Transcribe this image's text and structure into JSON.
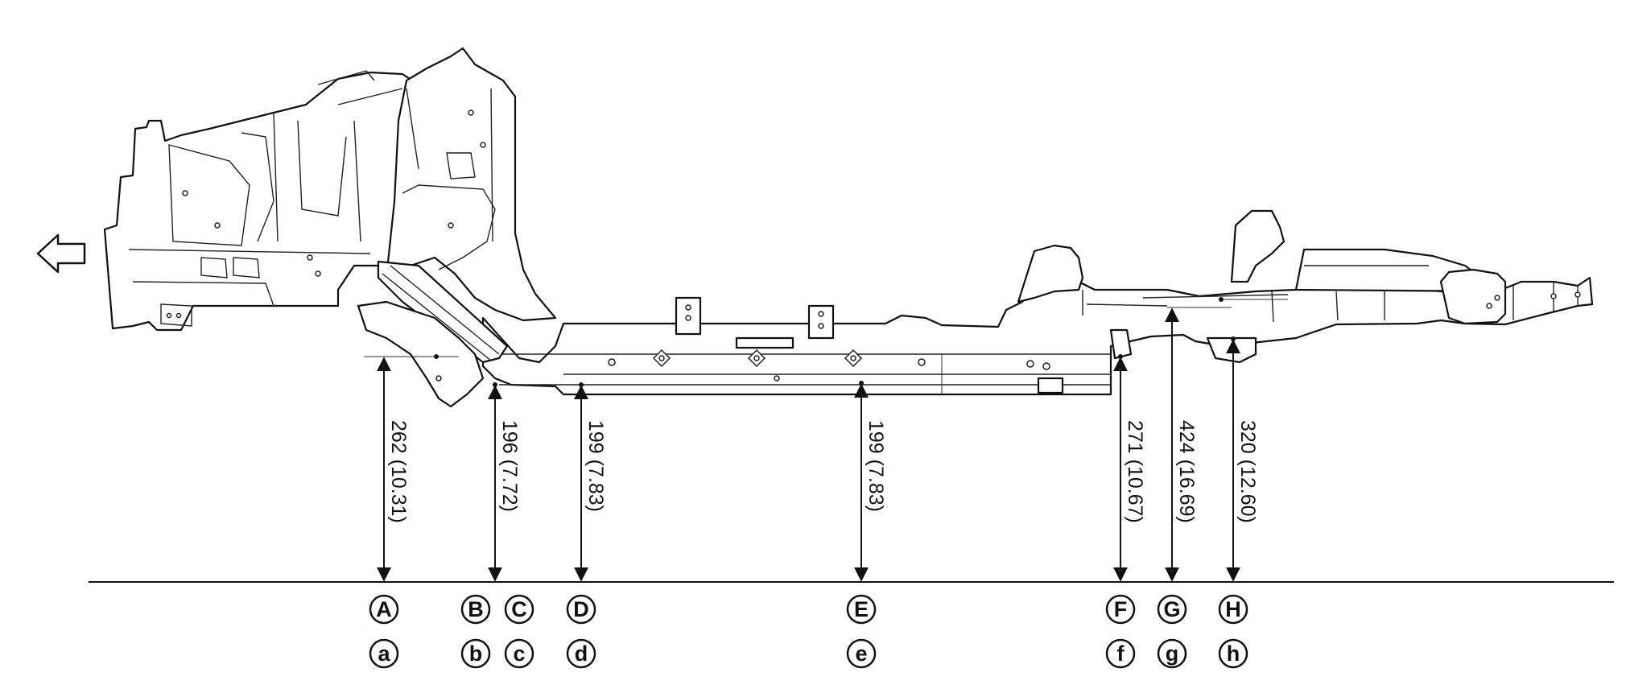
{
  "diagram": {
    "front_direction_icon": "left-arrow-icon",
    "measurement_points": [
      {
        "point": "A",
        "sub": "a",
        "dimension": "262 (10.31)"
      },
      {
        "point": "B",
        "sub": "b",
        "dimension": "196 (7.72)"
      },
      {
        "point": "C",
        "sub": "c",
        "dimension": ""
      },
      {
        "point": "D",
        "sub": "d",
        "dimension": "199 (7.83)"
      },
      {
        "point": "E",
        "sub": "e",
        "dimension": "199 (7.83)"
      },
      {
        "point": "F",
        "sub": "f",
        "dimension": "271 (10.67)"
      },
      {
        "point": "G",
        "sub": "g",
        "dimension": "424 (16.69)"
      },
      {
        "point": "H",
        "sub": "h",
        "dimension": "320 (12.60)"
      }
    ]
  }
}
